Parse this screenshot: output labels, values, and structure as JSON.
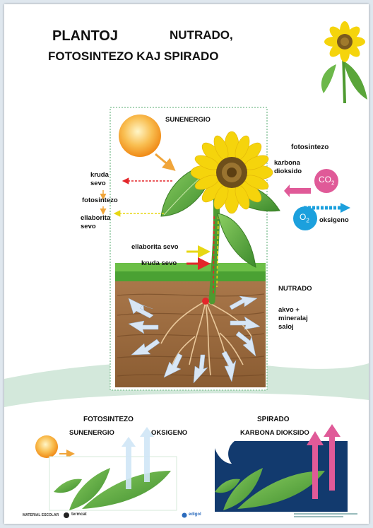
{
  "title": {
    "line1a": "PLANTOJ",
    "line1b": "NUTRADO,",
    "line2": "FOTOSINTEZO KAJ SPIRADO"
  },
  "main": {
    "sun_energy": "SUNENERGIO",
    "photosynthesis": "fotosintezo",
    "carbon_dioxide_line1": "karbona",
    "carbon_dioxide_line2": "dioksido",
    "co2": "CO",
    "co2_sub": "2",
    "o2": "O",
    "o2_sub": "2",
    "oxygen": "oksigeno",
    "raw_sap_line1": "kruda",
    "raw_sap_line2": "sevo",
    "photosynthesis_small": "fotosintezo",
    "processed_sap_line1": "ellaborita",
    "processed_sap_line2": "sevo",
    "processed_sap_stem": "ellaborita sevo",
    "raw_sap_stem": "kruda sevo",
    "nutrition": "NUTRADO",
    "water_line1": "akvo +",
    "water_line2": "mineralaj",
    "water_line3": "saloj"
  },
  "bottom": {
    "photo_title": "FOTOSINTEZO",
    "photo_sun": "SUNENERGIO",
    "photo_oxygen": "OKSIGENO",
    "resp_title": "SPIRADO",
    "resp_co2": "KARBONA DIOKSIDO"
  },
  "footer": {
    "brand1": "MATERIAL ESCOLAR",
    "brand2": "termcat",
    "brand3": "edigol"
  },
  "colors": {
    "sun": "#f6a21c",
    "petal": "#f5d40c",
    "leaf": "#59a63c",
    "soil": "#9a6a3c",
    "grass": "#3f9b2b",
    "co2": "#e05a98",
    "o2": "#1ca0dd",
    "arrow_red": "#e3262a",
    "arrow_yellow": "#ecd916",
    "night": "#123a6e",
    "wave": "#cfe4d6"
  }
}
